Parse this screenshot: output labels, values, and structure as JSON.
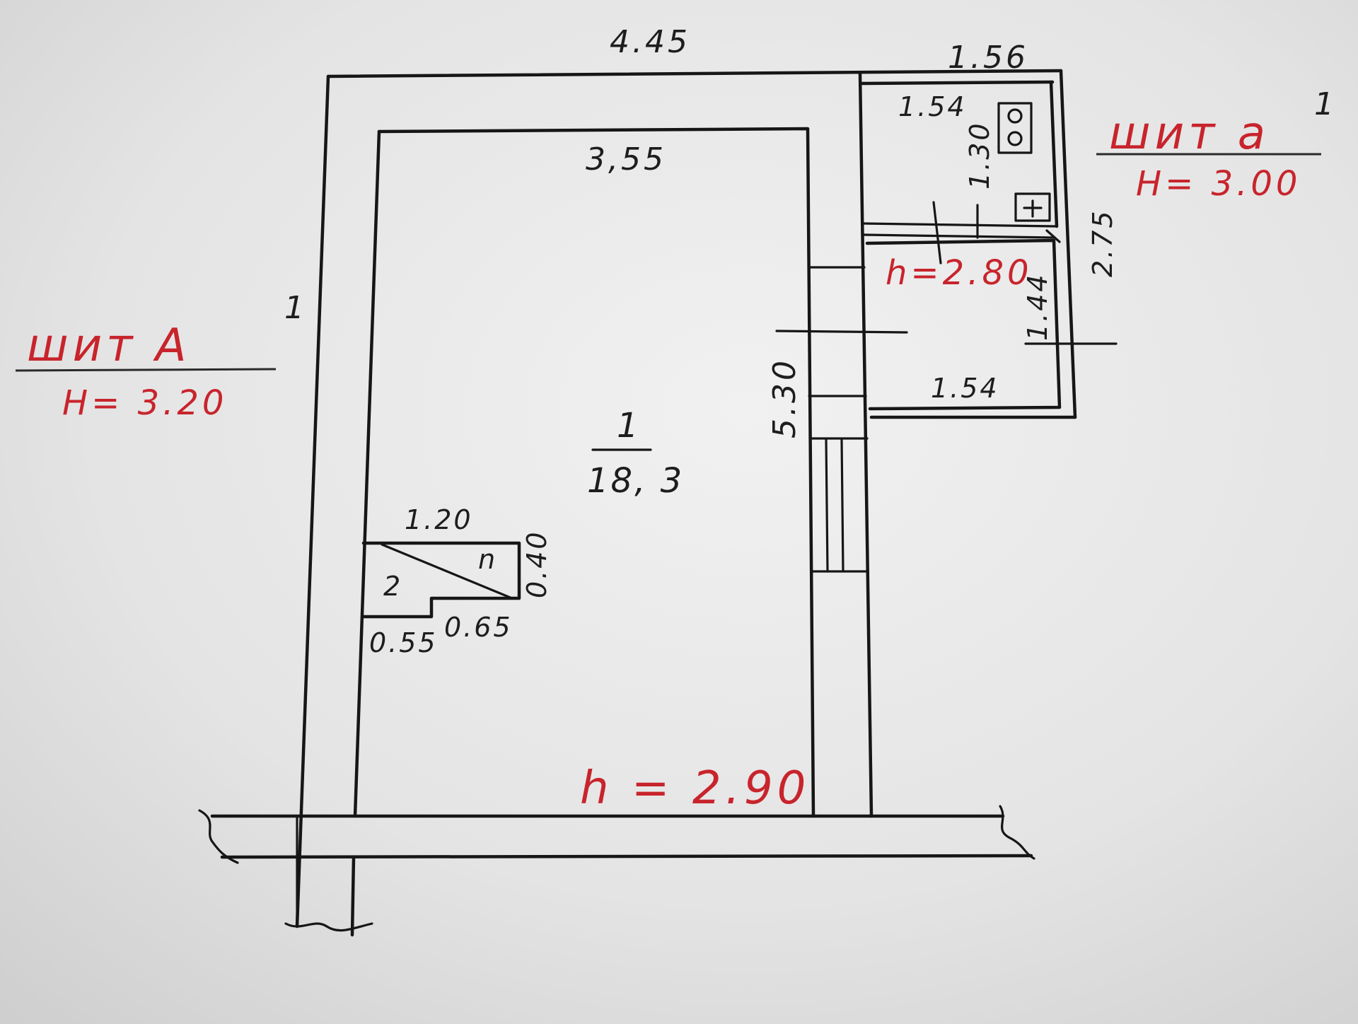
{
  "dimensions": {
    "outer_width_main": "4.45",
    "outer_width_annex": "1.56",
    "inner_width_room1": "3,55",
    "room1_length": "5.30",
    "annex_length": "2.75",
    "annex_upper_width": "1.54",
    "annex_upper_depth": "1.30",
    "annex_lower_depth": "1.44",
    "annex_lower_width": "1.54",
    "closet_width": "1.20",
    "closet_depth": "0.40",
    "closet_step_a": "0.55",
    "closet_step_b": "0.65"
  },
  "rooms": {
    "room1_number": "1",
    "room1_area": "18, 3",
    "closet_label_n": "n",
    "closet_label_2": "2"
  },
  "annotations": {
    "main_material": "шит А",
    "main_material_sup": "1",
    "main_height": "H= 3.20",
    "annex_material": "шит а",
    "annex_material_sup": "1",
    "annex_height": "H= 3.00",
    "room1_ceiling": "h = 2.90",
    "annex_ceiling": "h=2.80"
  },
  "colors": {
    "ink": "#161616",
    "red_ink": "#c8242c",
    "paper": "#e9e9e9"
  }
}
